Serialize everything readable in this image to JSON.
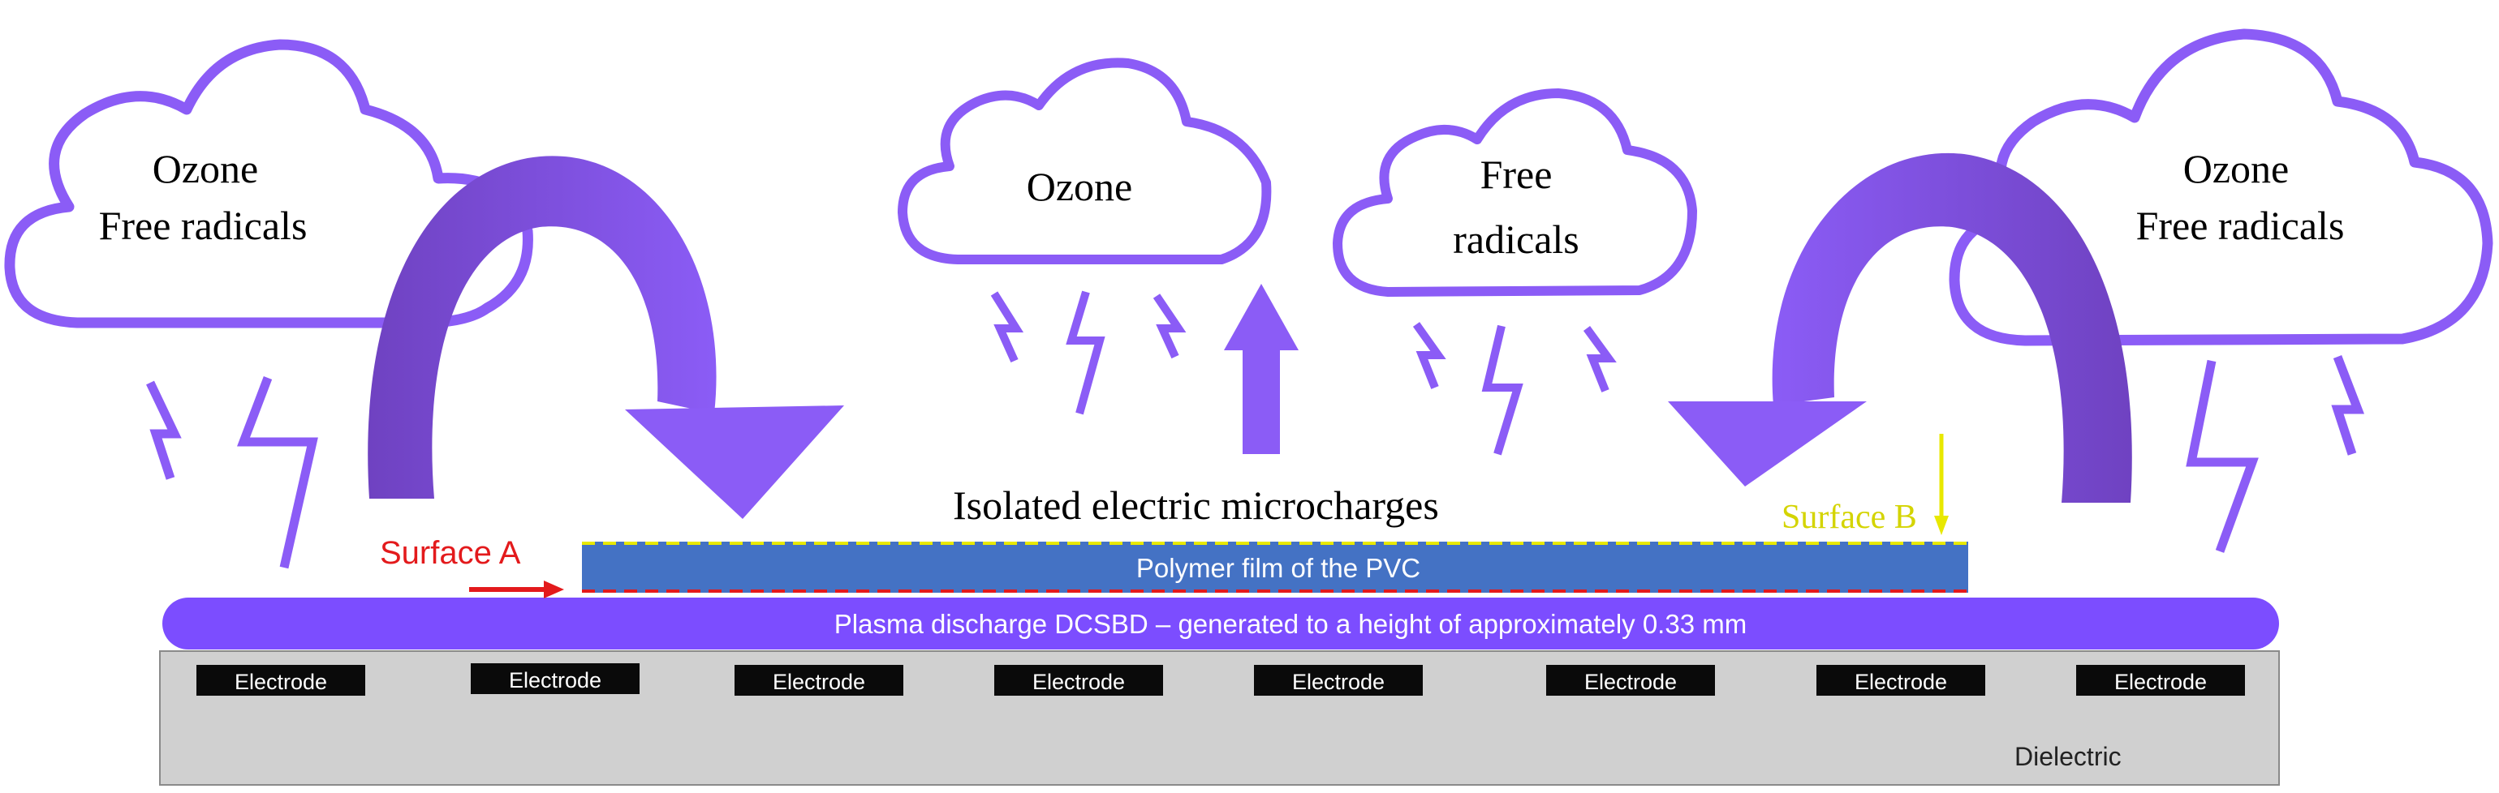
{
  "clouds": {
    "left": {
      "line1": "Ozone",
      "line2": "Free radicals"
    },
    "center_left": {
      "line1": "Ozone"
    },
    "center_right": {
      "line1": "Free",
      "line2": "radicals"
    },
    "right": {
      "line1": "Ozone",
      "line2": "Free radicals"
    }
  },
  "labels": {
    "isolated": "Isolated electric microcharges",
    "surface_a": "Surface A",
    "surface_b": "Surface B",
    "polymer": "Polymer film of the PVC",
    "plasma": "Plasma discharge DCSBD – generated to a height of approximately 0.33 mm",
    "dielectric": "Dielectric"
  },
  "electrodes": [
    "Electrode",
    "Electrode",
    "Electrode",
    "Electrode",
    "Electrode",
    "Electrode",
    "Electrode",
    "Electrode"
  ],
  "colors": {
    "purple": "#8b5cf6",
    "purple_dark": "#6f42c1",
    "purple_band": "#7c4dff",
    "polymer_blue": "#4472c4",
    "surface_a_red": "#e31a1c",
    "surface_b_yellow": "#e8e800",
    "dielectric_gray": "#d0d0d0",
    "electrode_black": "#0a0a0a"
  }
}
